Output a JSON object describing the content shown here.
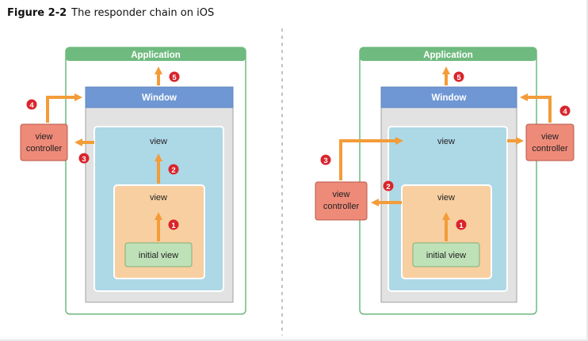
{
  "figure": {
    "number": "Figure 2-2",
    "title": "The responder chain on iOS"
  },
  "left_panel": {
    "application": "Application",
    "window": "Window",
    "view_controller": [
      "view",
      "controller"
    ],
    "outer_view": "view",
    "inner_view": "view",
    "initial_view": "initial view",
    "steps": [
      "1",
      "2",
      "3",
      "4",
      "5"
    ]
  },
  "right_panel": {
    "application": "Application",
    "window": "Window",
    "view_controller_upper": [
      "view",
      "controller"
    ],
    "view_controller_lower": [
      "view",
      "controller"
    ],
    "outer_view": "view",
    "inner_view": "view",
    "initial_view": "initial view",
    "steps": [
      "1",
      "2",
      "3",
      "4",
      "5"
    ]
  },
  "colors": {
    "application": "#6fba7f",
    "window": "#6f97d3",
    "window_frame": "#e2e2e2",
    "outer_view": "#add8e6",
    "inner_view": "#f8cfa0",
    "initial_view": "#bfe1b8",
    "view_controller": "#ee8a78",
    "arrow": "#f39c38",
    "step_badge": "#d9242c"
  }
}
